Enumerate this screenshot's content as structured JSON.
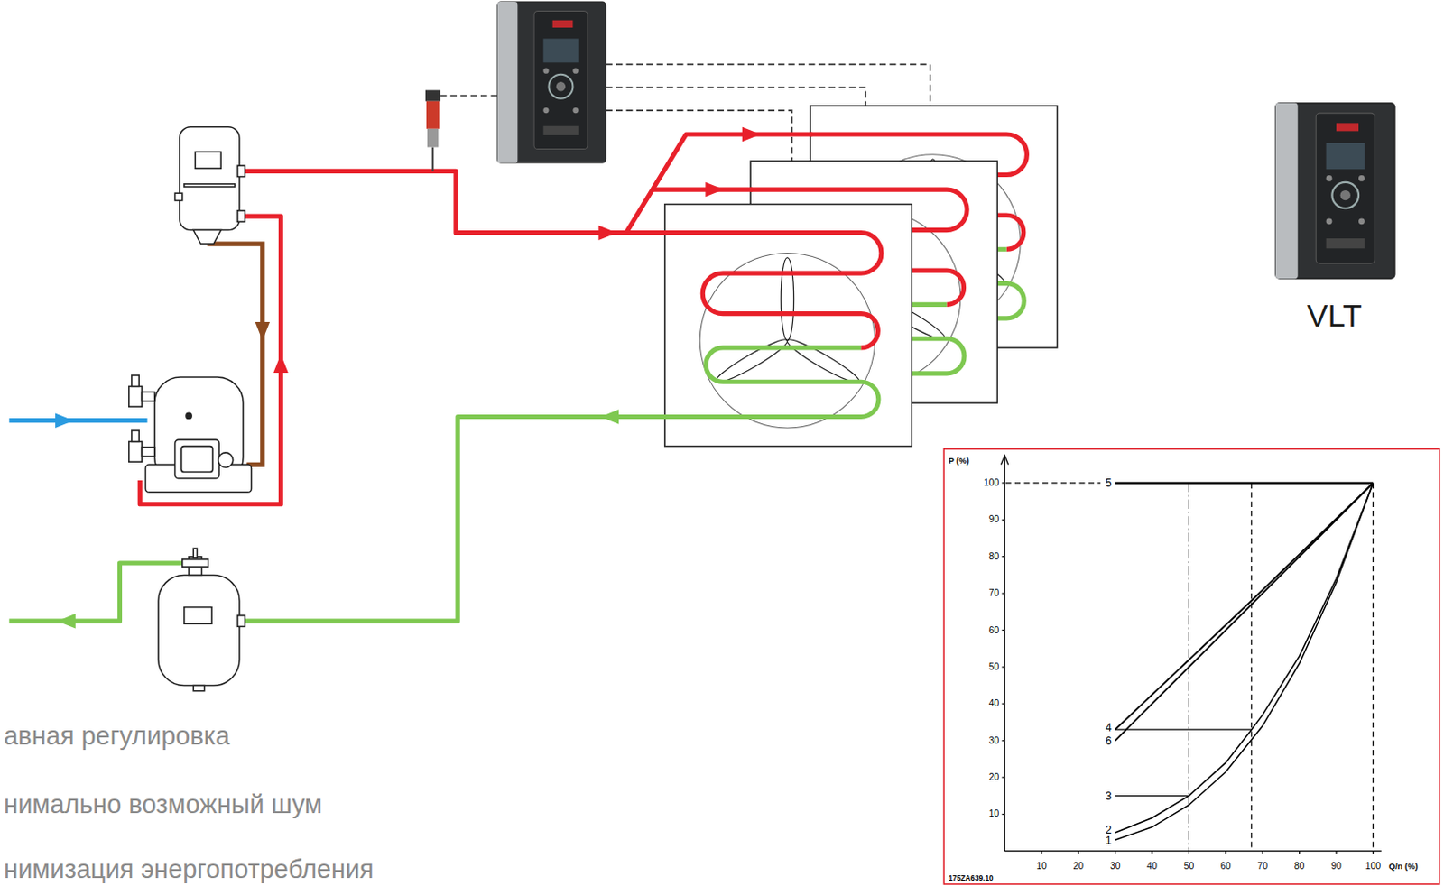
{
  "diagram": {
    "labels": [
      "авная регулировка",
      "нимально возможный шум",
      "нимизация энергопотребления",
      "VLT",
      "P (%)",
      "100",
      "90",
      "80",
      "70",
      "60",
      "50",
      "40",
      "30",
      "20",
      "10",
      "10",
      "20",
      "30",
      "40",
      "50",
      "60",
      "70",
      "80",
      "90",
      "100",
      "Q/n (%)",
      "5",
      "4",
      "6",
      "3",
      "2",
      "1",
      "175ZA639.10"
    ]
  }
}
